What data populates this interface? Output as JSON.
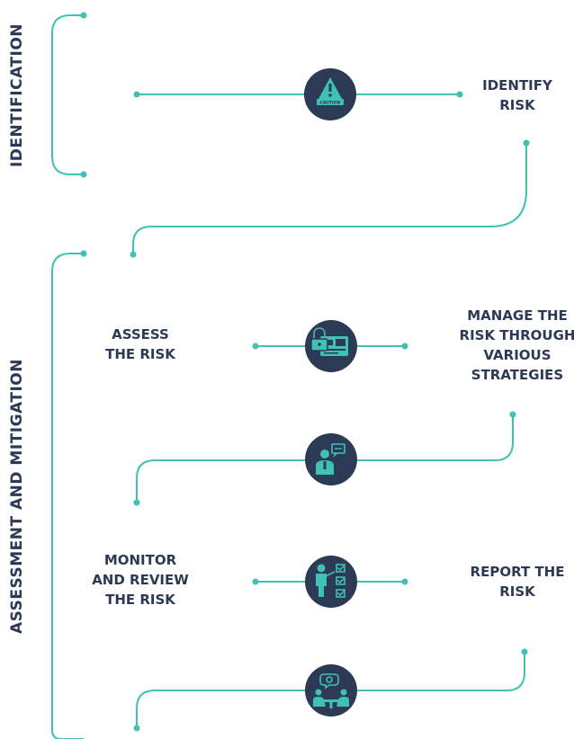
{
  "sections": [
    {
      "label": "IDENTIFICATION"
    },
    {
      "label": "ASSESSMENT AND MITIGATION"
    }
  ],
  "steps": [
    {
      "lines": [
        "IDENTIFY",
        "RISK"
      ],
      "icon": "caution-sign-icon",
      "icon_text": "CAUTION"
    },
    {
      "lines": [
        "ASSESS",
        "THE RISK"
      ],
      "icon": "locked-card-icon"
    },
    {
      "lines": [
        "MANAGE THE",
        "RISK THROUGH",
        "VARIOUS",
        "STRATEGIES"
      ],
      "icon": "presenter-icon"
    },
    {
      "lines": [
        "MONITOR",
        "AND REVIEW",
        "THE RISK"
      ],
      "icon": "checklist-presenter-icon"
    },
    {
      "lines": [
        "REPORT THE",
        "RISK"
      ],
      "icon": "meeting-icon"
    }
  ],
  "colors": {
    "line": "#3fc1b3",
    "node": "#2d3a55",
    "text": "#2d3a55",
    "background": "#ffffff"
  }
}
